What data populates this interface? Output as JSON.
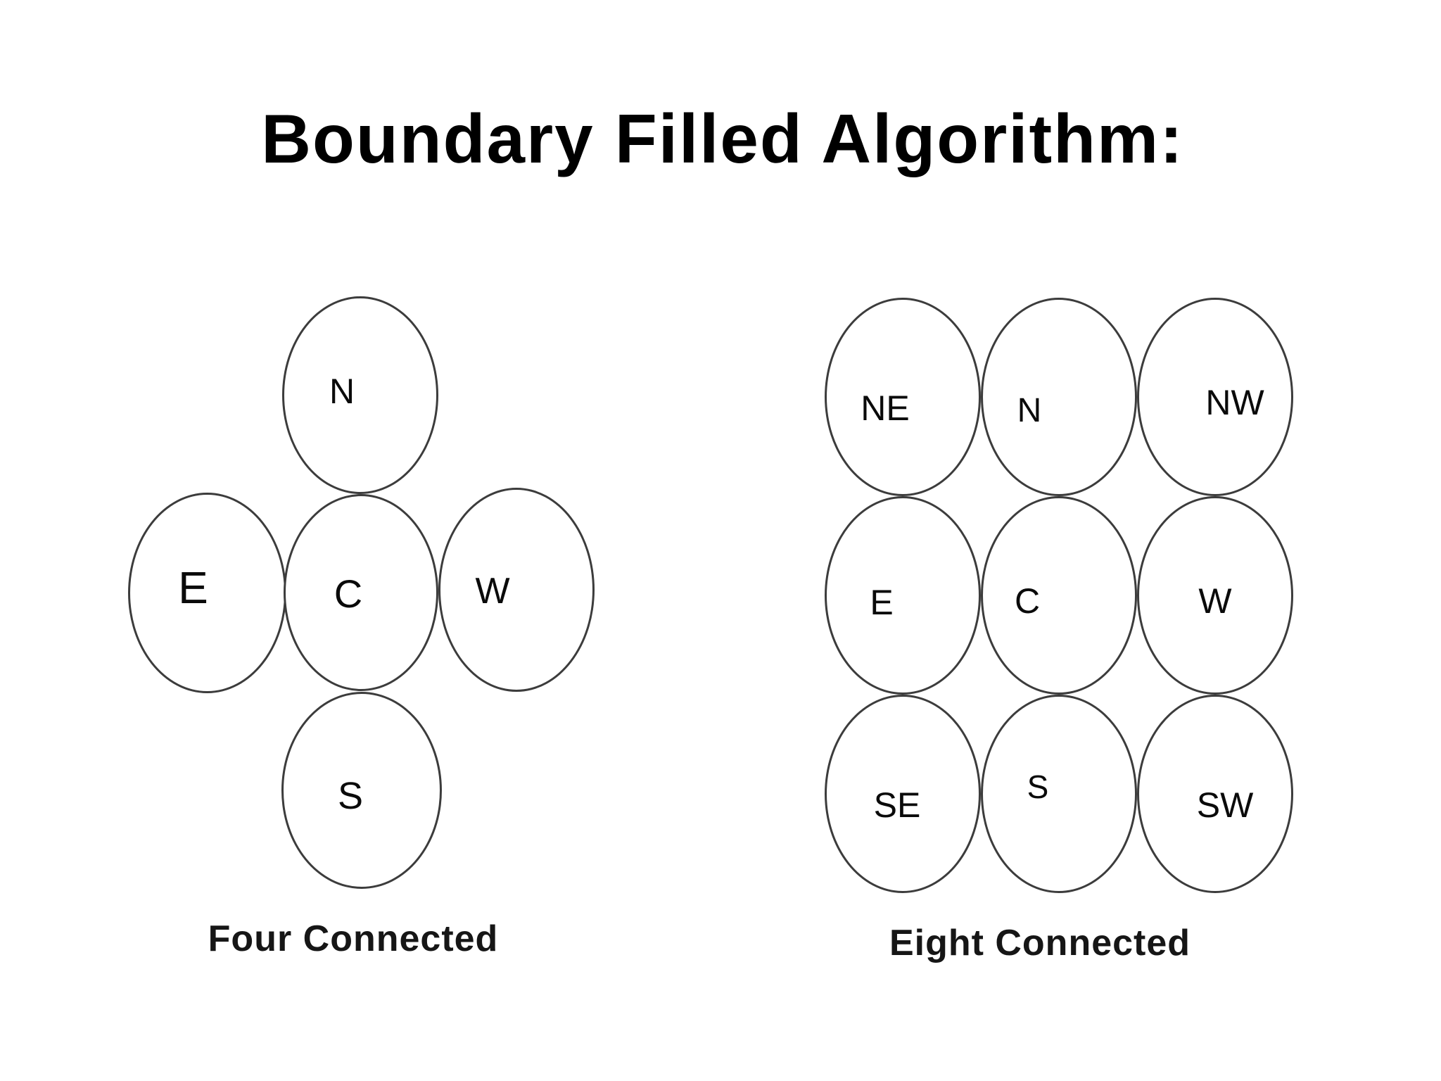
{
  "title": "Boundary Filled Algorithm:",
  "diagrams": [
    {
      "name": "Four Connected",
      "caption": "Four Connected",
      "cells": [
        {
          "label": "N"
        },
        {
          "label": "E"
        },
        {
          "label": "C"
        },
        {
          "label": "W"
        },
        {
          "label": "S"
        }
      ]
    },
    {
      "name": "Eight Connected",
      "caption": "Eight Connected",
      "cells": [
        {
          "label": "NE"
        },
        {
          "label": "N"
        },
        {
          "label": "NW"
        },
        {
          "label": "E"
        },
        {
          "label": "C"
        },
        {
          "label": "W"
        },
        {
          "label": "SE"
        },
        {
          "label": "S"
        },
        {
          "label": "SW"
        }
      ]
    }
  ],
  "colors": {
    "background": "#ffffff",
    "ellipse_stroke": "#3c3c3c",
    "label_text": "#0a0a0a",
    "title_text": "#000000",
    "caption_text": "#161616"
  }
}
